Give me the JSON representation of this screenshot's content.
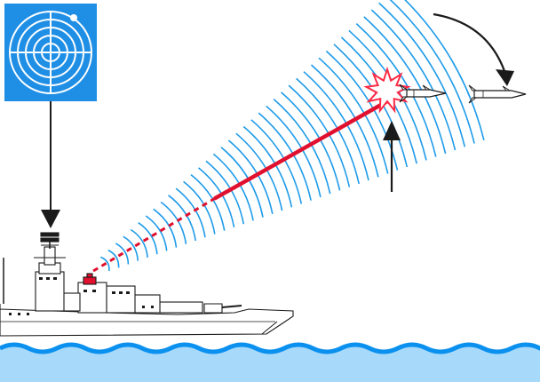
{
  "diagram": {
    "kind": "radar-missile-defense-illustration",
    "elements": [
      {
        "name": "radar-screen-icon",
        "label": ""
      },
      {
        "name": "warship",
        "label": ""
      },
      {
        "name": "radar-wave-arcs",
        "label": ""
      },
      {
        "name": "tracking-beam",
        "label": ""
      },
      {
        "name": "incoming-missile",
        "label": ""
      },
      {
        "name": "second-missile",
        "label": ""
      },
      {
        "name": "explosion",
        "label": ""
      },
      {
        "name": "sea",
        "label": ""
      }
    ],
    "colors": {
      "radar_panel": "#1f8fe6",
      "radar_rings": "#ffffff",
      "waves": "#1e9bea",
      "beam": "#e0102e",
      "sea": "#a7d9fb",
      "sea_edge": "#0a90ee",
      "burst": "#ff2a44",
      "ink": "#1a1a1a"
    }
  }
}
